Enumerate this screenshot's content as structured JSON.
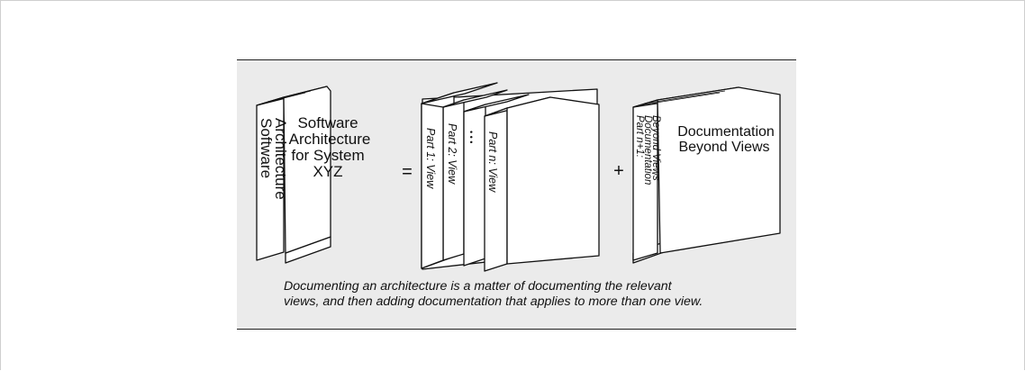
{
  "figure": {
    "book1": {
      "spine": [
        "Software",
        "Architecture"
      ],
      "cover": [
        "Software",
        "Architecture",
        "for System",
        "XYZ"
      ]
    },
    "equals_sign": "=",
    "view_binders": [
      {
        "spine": "Part 1: View"
      },
      {
        "spine": "Part 2: View"
      },
      {
        "spine": "• • •"
      },
      {
        "spine": "Part n: View"
      }
    ],
    "plus_sign": "+",
    "book3": {
      "spine": [
        "Part n+1:",
        "Documentation",
        "Beyond Views"
      ],
      "cover": [
        "Documentation",
        "Beyond Views"
      ]
    },
    "caption": [
      "Documenting an architecture is a matter of documenting the relevant",
      "views, and then adding documentation that applies to more than one view."
    ]
  }
}
